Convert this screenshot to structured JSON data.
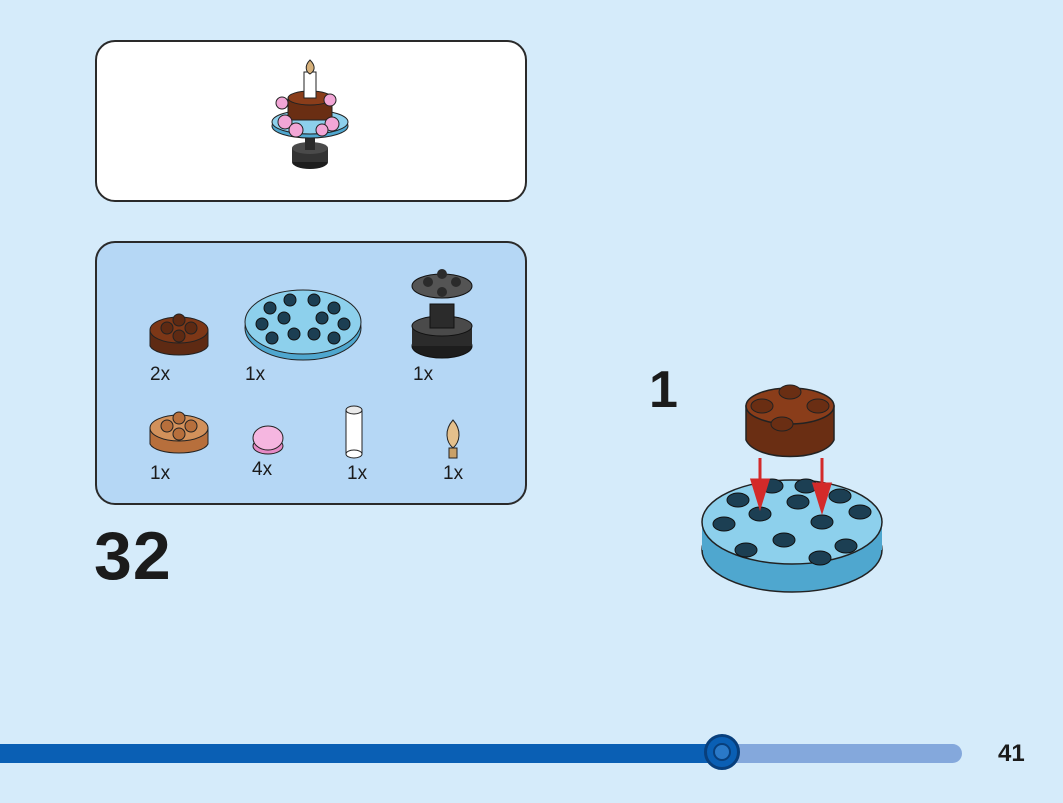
{
  "instructions": {
    "set_number": "32",
    "step_number": "1",
    "page_number": "41",
    "progress": 0.75
  },
  "parts": [
    {
      "name": "reddish-brown round brick 2x2",
      "qty": "2x"
    },
    {
      "name": "medium azure round plate 4x4",
      "qty": "1x"
    },
    {
      "name": "black candle holder base",
      "qty": "1x"
    },
    {
      "name": "medium nougat round brick 2x2",
      "qty": "1x"
    },
    {
      "name": "bright pink round plate",
      "qty": "4x"
    },
    {
      "name": "white bar piece",
      "qty": "1x"
    },
    {
      "name": "tan flame piece",
      "qty": "1x"
    }
  ],
  "colors": {
    "background": "#d5ebfa",
    "parts_panel": "#b5d7f5",
    "progress_fill": "#0a5fb4",
    "progress_track": "#84a8dc",
    "arrow": "#d32a2a"
  }
}
